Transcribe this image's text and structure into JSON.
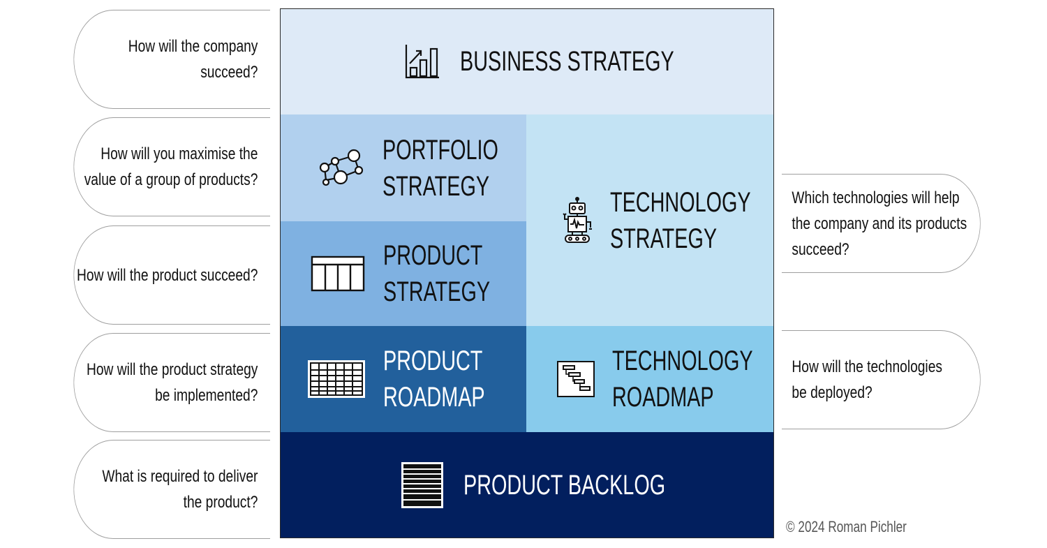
{
  "questions": {
    "business": "How will the company succeed?",
    "portfolio": "How will you maximise the\nvalue of a group of products?",
    "product": "How will the product succeed?",
    "roadmap": "How will the product strategy\nbe implemented?",
    "backlog": "What is required to deliver\nthe product?",
    "technology_strategy": "Which technologies will help\nthe company and its products\nsucceed?",
    "technology_roadmap": "How will the technologies\nbe deployed?"
  },
  "blocks": {
    "business_strategy": "BUSINESS STRATEGY",
    "portfolio_strategy": "PORTFOLIO\nSTRATEGY",
    "product_strategy": "PRODUCT\nSTRATEGY",
    "technology_strategy": "TECHNOLOGY\nSTRATEGY",
    "product_roadmap": "PRODUCT\nROADMAP",
    "technology_roadmap": "TECHNOLOGY\nROADMAP",
    "product_backlog": "PRODUCT BACKLOG"
  },
  "icons": {
    "business_strategy": "bar-chart-icon",
    "portfolio_strategy": "network-icon",
    "product_strategy": "product-canvas-icon",
    "technology_strategy": "robot-icon",
    "product_roadmap": "roadmap-grid-icon",
    "technology_roadmap": "gantt-chart-icon",
    "product_backlog": "backlog-list-icon"
  },
  "colors": {
    "business_strategy": "#deeaf7",
    "portfolio_strategy": "#b1d0ee",
    "product_strategy": "#7fb1e1",
    "technology_strategy": "#c3e3f4",
    "product_roadmap": "#22609c",
    "technology_roadmap": "#88cbec",
    "product_backlog": "#021f5e"
  },
  "copyright": "© 2024 Roman Pichler"
}
